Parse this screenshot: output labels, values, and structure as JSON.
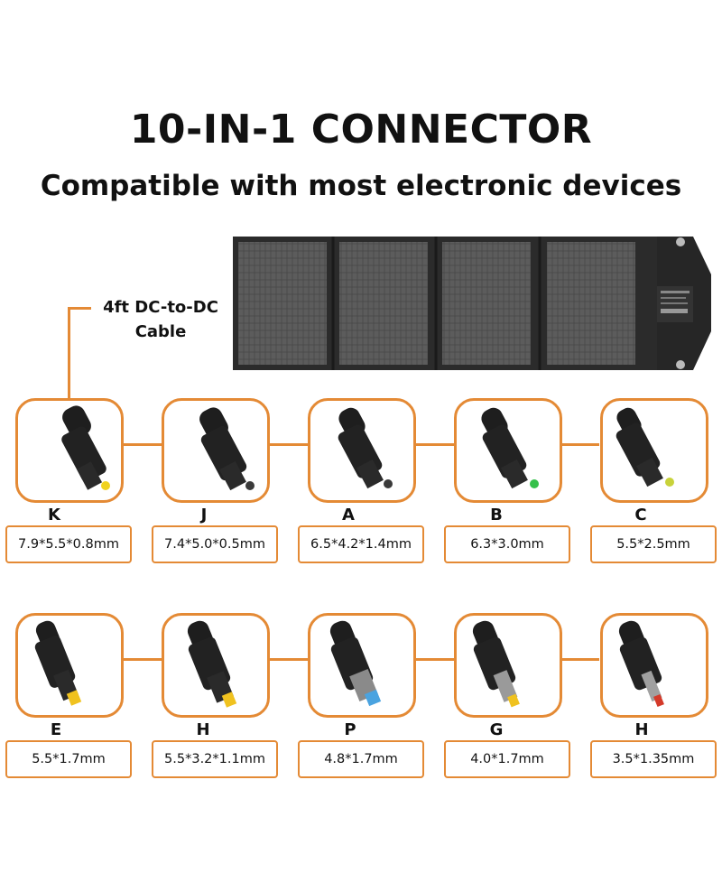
{
  "header": {
    "title": "10-IN-1 CONNECTOR",
    "subtitle": "Compatible with most electronic devices"
  },
  "cable_label": [
    "4ft DC-to-DC",
    "Cable"
  ],
  "connectors_row1": [
    {
      "letter": "K",
      "spec": "7.9*5.5*0.8mm",
      "tip_color": "#f0d21f"
    },
    {
      "letter": "J",
      "spec": "7.4*5.0*0.5mm",
      "tip_color": "#3a3a3a"
    },
    {
      "letter": "A",
      "spec": "6.5*4.2*1.4mm",
      "tip_color": "#3a3a3a"
    },
    {
      "letter": "B",
      "spec": "6.3*3.0mm",
      "tip_color": "#35c04a"
    },
    {
      "letter": "C",
      "spec": "5.5*2.5mm",
      "tip_color": "#c8d23a"
    }
  ],
  "connectors_row2": [
    {
      "letter": "E",
      "spec": "5.5*1.7mm",
      "tip_color": "#f0c21f"
    },
    {
      "letter": "H",
      "spec": "5.5*3.2*1.1mm",
      "tip_color": "#f0c21f"
    },
    {
      "letter": "P",
      "spec": "4.8*1.7mm",
      "tip_color": "#4aa3e0"
    },
    {
      "letter": "G",
      "spec": "4.0*1.7mm",
      "tip_color": "#f0c21f"
    },
    {
      "letter": "H",
      "spec": "3.5*1.35mm",
      "tip_color": "#d43a2a"
    }
  ],
  "colors": {
    "accent": "#e48a35"
  }
}
